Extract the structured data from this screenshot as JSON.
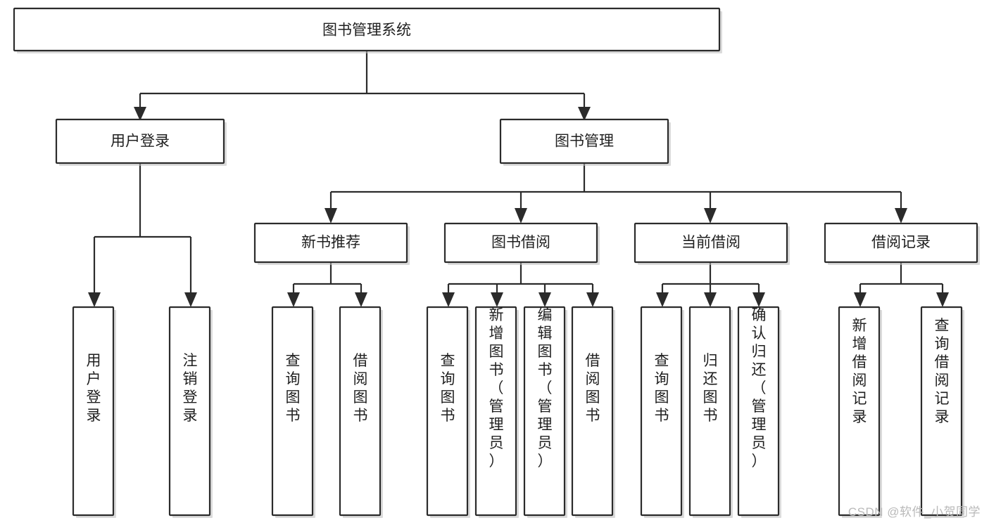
{
  "diagram": {
    "type": "tree-hierarchy-chart",
    "title": "图书管理系统",
    "watermark": "CSDN @软件_小贺同学",
    "colors": {
      "stroke": "#2b2b2b",
      "fill": "#ffffff",
      "text": "#1f1f1f",
      "shadow": "#bdbdbd",
      "watermark": "#b9b9b9"
    },
    "levels": {
      "root": {
        "label": "图书管理系统"
      },
      "level2": [
        {
          "label": "用户登录"
        },
        {
          "label": "图书管理"
        }
      ],
      "level3": [
        {
          "label": "新书推荐"
        },
        {
          "label": "图书借阅"
        },
        {
          "label": "当前借阅"
        },
        {
          "label": "借阅记录"
        }
      ]
    },
    "nodes": {
      "root": "图书管理系统",
      "user_login": "用户登录",
      "book_manage": "图书管理",
      "new_book_rec": "新书推荐",
      "book_borrow": "图书借阅",
      "current_borrow": "当前借阅",
      "borrow_record": "借阅记录"
    },
    "leaves": {
      "user_login": [
        "用户登录",
        "注销登录"
      ],
      "new_book_rec": [
        "查询图书",
        "借阅图书"
      ],
      "book_borrow": [
        "查询图书",
        "新增图书（管理员）",
        "编辑图书（管理员）",
        "借阅图书"
      ],
      "current_borrow": [
        "查询图书",
        "归还图书",
        "确认归还（管理员）"
      ],
      "borrow_record": [
        "新增借阅记录",
        "查询借阅记录"
      ]
    },
    "edges": [
      {
        "from": "图书管理系统",
        "to": "用户登录"
      },
      {
        "from": "图书管理系统",
        "to": "图书管理"
      },
      {
        "from": "图书管理",
        "to": "新书推荐"
      },
      {
        "from": "图书管理",
        "to": "图书借阅"
      },
      {
        "from": "图书管理",
        "to": "当前借阅"
      },
      {
        "from": "图书管理",
        "to": "借阅记录"
      },
      {
        "from": "用户登录",
        "to": "用户登录"
      },
      {
        "from": "用户登录",
        "to": "注销登录"
      },
      {
        "from": "新书推荐",
        "to": "查询图书"
      },
      {
        "from": "新书推荐",
        "to": "借阅图书"
      },
      {
        "from": "图书借阅",
        "to": "查询图书"
      },
      {
        "from": "图书借阅",
        "to": "新增图书（管理员）"
      },
      {
        "from": "图书借阅",
        "to": "编辑图书（管理员）"
      },
      {
        "from": "图书借阅",
        "to": "借阅图书"
      },
      {
        "from": "当前借阅",
        "to": "查询图书"
      },
      {
        "from": "当前借阅",
        "to": "归还图书"
      },
      {
        "from": "当前借阅",
        "to": "确认归还（管理员）"
      },
      {
        "from": "借阅记录",
        "to": "新增借阅记录"
      },
      {
        "from": "借阅记录",
        "to": "查询借阅记录"
      }
    ]
  }
}
